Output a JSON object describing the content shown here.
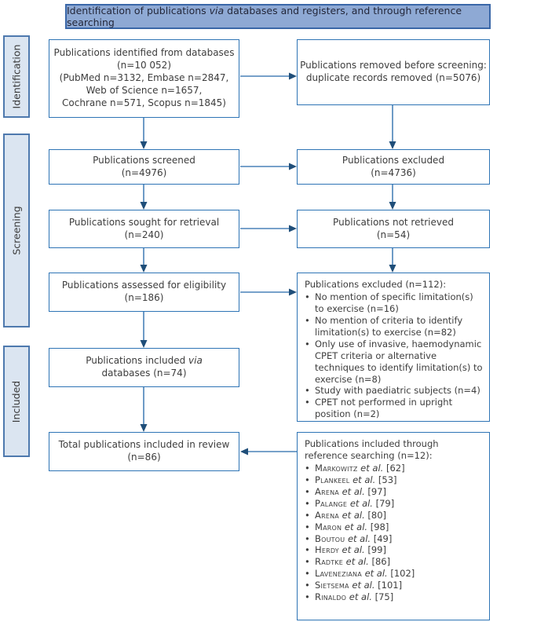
{
  "bullet_char": "•",
  "header": {
    "part1": "Identification of publications ",
    "via": "via",
    "part2": " databases and registers, and through reference searching"
  },
  "sidebar": {
    "identification": "Identification",
    "screening": "Screening",
    "included": "Included"
  },
  "boxes": {
    "identified": {
      "lines": [
        "Publications identified from databases",
        "(n=10 052)",
        "(PubMed n=3132, Embase n=2847,",
        "Web of Science n=1657,",
        "Cochrane n=571, Scopus n=1845)"
      ]
    },
    "screened": {
      "lines": [
        "Publications screened",
        "(n=4976)"
      ]
    },
    "sought": {
      "lines": [
        "Publications sought for retrieval",
        "(n=240)"
      ]
    },
    "assessed": {
      "lines": [
        "Publications assessed for eligibility",
        "(n=186)"
      ]
    },
    "included_via": {
      "part1": "Publications included ",
      "via": "via",
      "line2": "databases (n=74)"
    },
    "total": {
      "lines": [
        "Total publications included in review",
        "(n=86)"
      ]
    }
  },
  "right_boxes": {
    "removed": {
      "lines": [
        "Publications removed  before screening:",
        "duplicate records removed (n=5076)"
      ]
    },
    "excluded_screening": {
      "lines": [
        "Publications excluded",
        "(n=4736)"
      ]
    },
    "not_retrieved": {
      "lines": [
        "Publications not retrieved",
        "(n=54)"
      ]
    },
    "excluded_eligibility": {
      "title": "Publications excluded (n=112):",
      "bullets": [
        "No mention of specific limitation(s) to exercise (n=16)",
        "No mention of criteria to identify limitation(s) to exercise (n=82)",
        "Only use of invasive, haemodynamic CPET criteria or alternative techniques to identify limitation(s) to exercise (n=8)",
        "Study with  paediatric subjects (n=4)",
        "CPET not performed in upright position (n=2)"
      ]
    },
    "reference_searching": {
      "title": "Publications included through reference searching (n=12):",
      "etal": "et al.",
      "refs": [
        {
          "name": "Markowitz",
          "num": "[62]"
        },
        {
          "name": "Plankeel",
          "num": "[53]"
        },
        {
          "name": "Arena",
          "num": "[97]"
        },
        {
          "name": "Palange",
          "num": "[79]"
        },
        {
          "name": "Arena",
          "num": "[80]"
        },
        {
          "name": "Maron",
          "num": "[98]"
        },
        {
          "name": "Boutou",
          "num": "[49]"
        },
        {
          "name": "Herdy",
          "num": "[99]"
        },
        {
          "name": "Radtke",
          "num": "[86]"
        },
        {
          "name": "Laveneziana",
          "num": "[102]"
        },
        {
          "name": "Sietsema",
          "num": "[101]"
        },
        {
          "name": "Rinaldo",
          "num": "[75]"
        }
      ]
    }
  },
  "colors": {
    "header_fill": "#8EA9D4",
    "header_border": "#3A67A8",
    "sidebar_fill": "#DBE5F1",
    "sidebar_border": "#4E79AE",
    "box_border": "#2E74B5",
    "arrow_line": "#4A82B8",
    "arrow_head": "#1F4E79",
    "text": "#3D3D3D"
  }
}
